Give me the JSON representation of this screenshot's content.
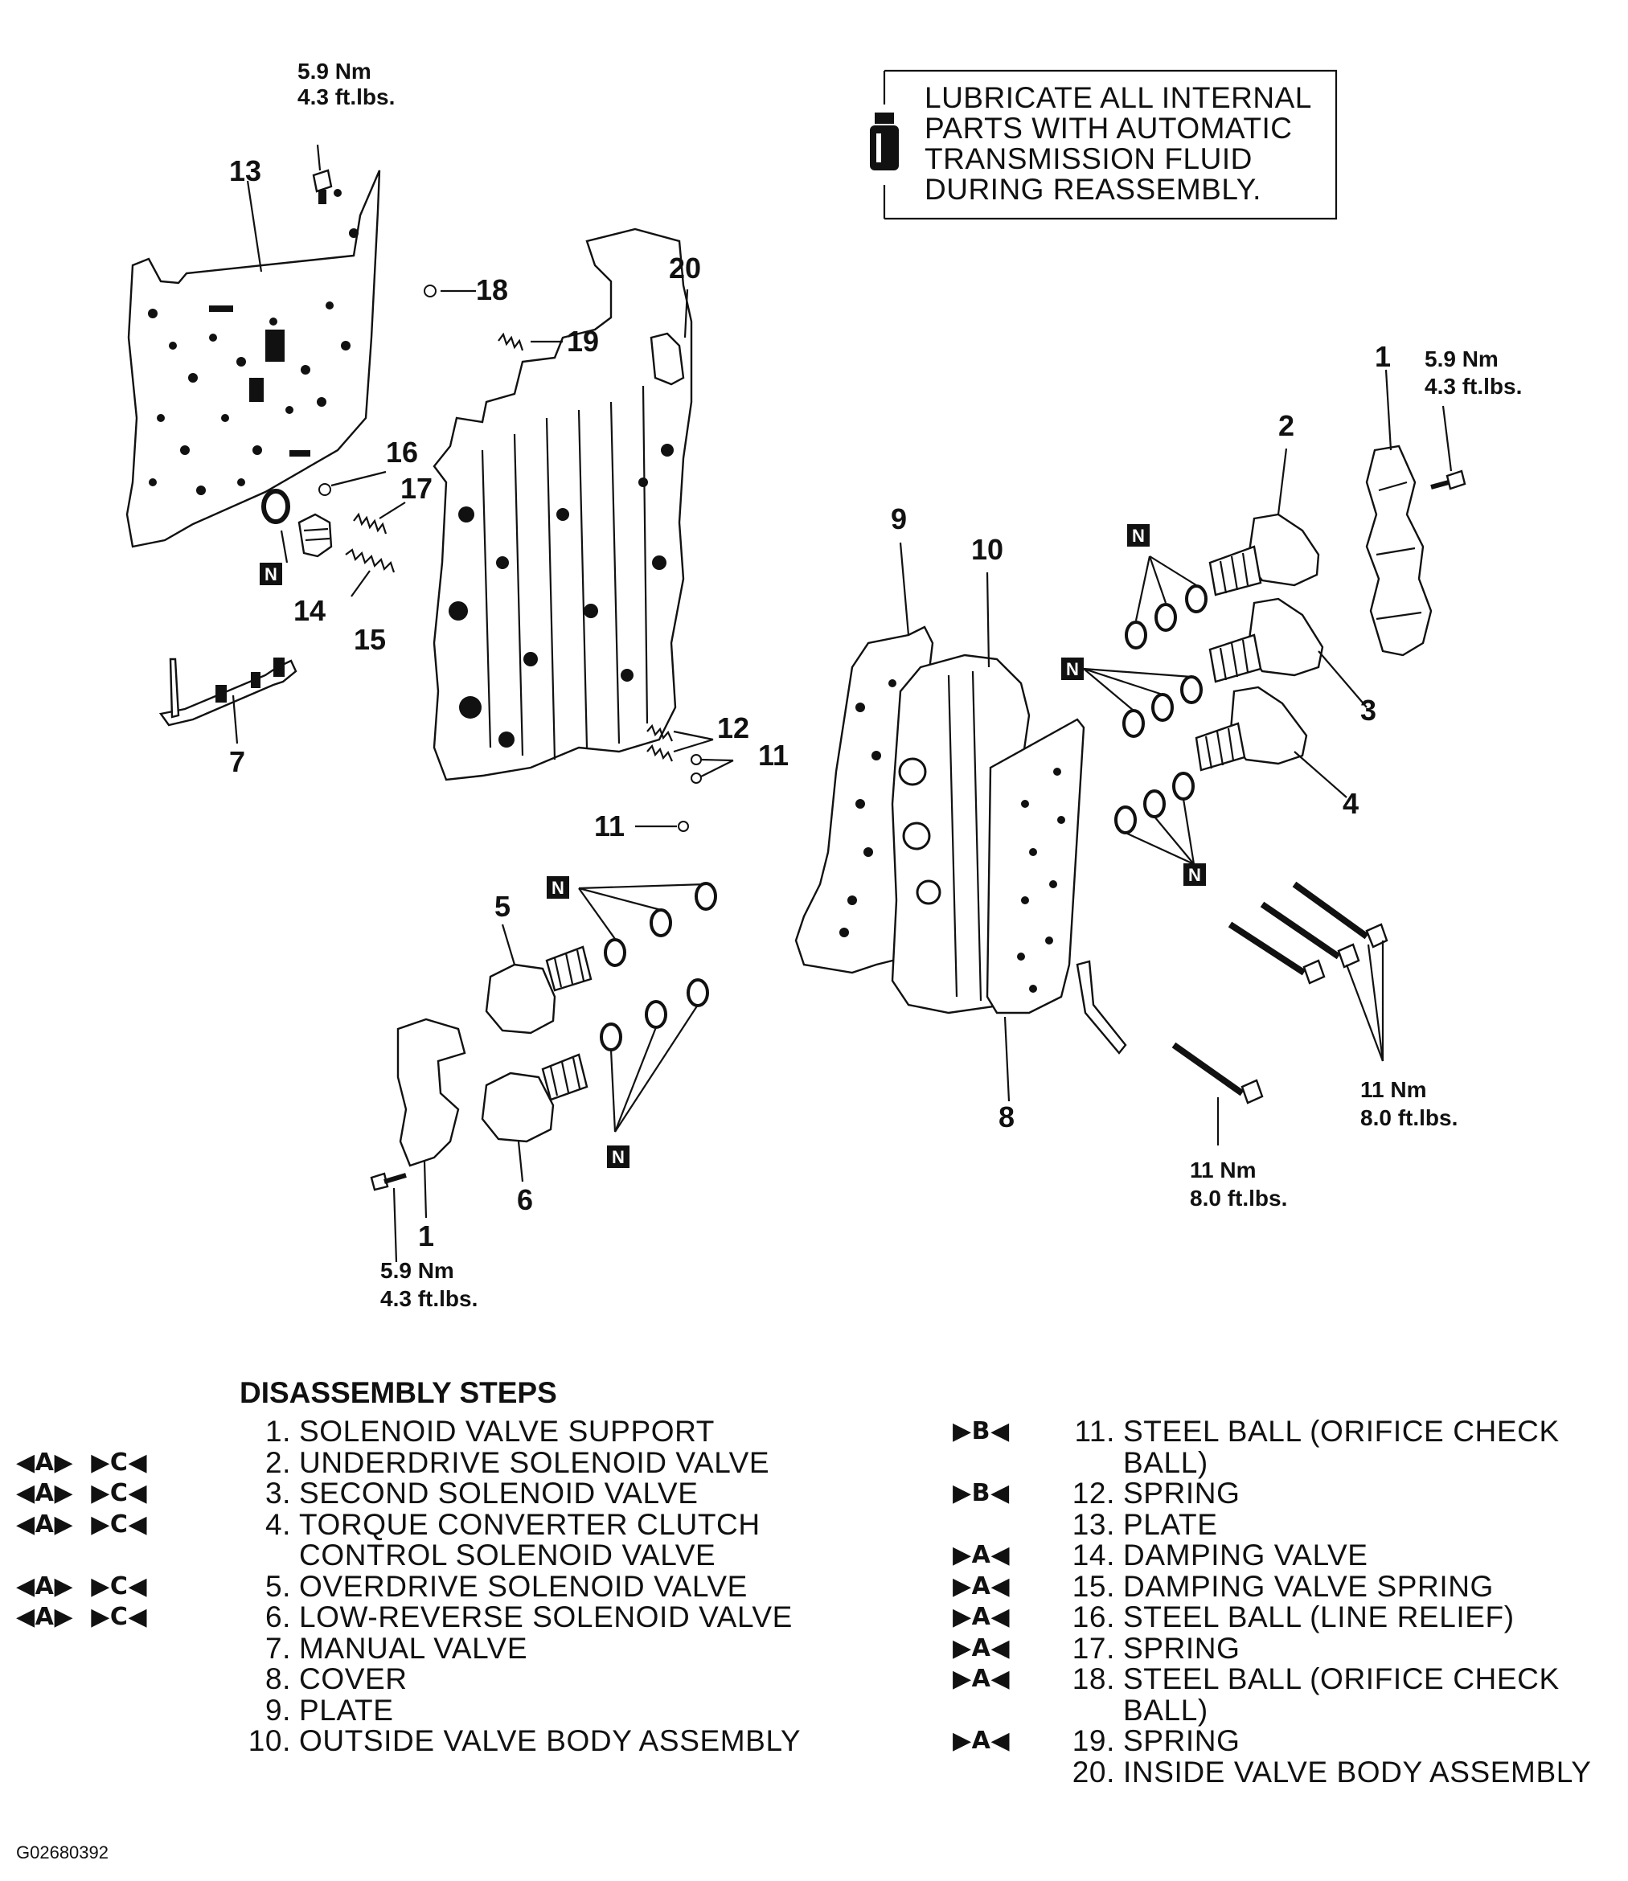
{
  "note": {
    "lines": [
      "LUBRICATE ALL INTERNAL",
      "PARTS WITH AUTOMATIC",
      "TRANSMISSION FLUID",
      "DURING REASSEMBLY."
    ]
  },
  "callouts": {
    "c1a": "1",
    "c1b": "1",
    "c2": "2",
    "c3": "3",
    "c4": "4",
    "c5": "5",
    "c6": "6",
    "c7": "7",
    "c8": "8",
    "c9": "9",
    "c10": "10",
    "c11a": "11",
    "c11b": "11",
    "c12": "12",
    "c13": "13",
    "c14": "14",
    "c15": "15",
    "c16": "16",
    "c17": "17",
    "c18": "18",
    "c19": "19",
    "c20": "20"
  },
  "torque": {
    "plate_bolt": [
      "5.9 Nm",
      "4.3 ft.lbs."
    ],
    "support_bolt_right": [
      "5.9 Nm",
      "4.3 ft.lbs."
    ],
    "support_bolt_left": [
      "5.9 Nm",
      "4.3 ft.lbs."
    ],
    "long_bolts": [
      "11 Nm",
      "8.0 ft.lbs."
    ],
    "single_bolt": [
      "11 Nm",
      "8.0 ft.lbs."
    ]
  },
  "n_mark": "N",
  "steps_title": "DISASSEMBLY STEPS",
  "steps_left": [
    {
      "marks": "",
      "num": "1.",
      "text": "SOLENOID VALVE SUPPORT"
    },
    {
      "marks": "◀A▶  ▶C◀",
      "num": "2.",
      "text": "UNDERDRIVE SOLENOID VALVE"
    },
    {
      "marks": "◀A▶  ▶C◀",
      "num": "3.",
      "text": "SECOND SOLENOID VALVE"
    },
    {
      "marks": "◀A▶  ▶C◀",
      "num": "4.",
      "text": "TORQUE CONVERTER CLUTCH CONTROL SOLENOID VALVE"
    },
    {
      "marks": "◀A▶  ▶C◀",
      "num": "5.",
      "text": "OVERDRIVE SOLENOID VALVE"
    },
    {
      "marks": "◀A▶  ▶C◀",
      "num": "6.",
      "text": "LOW-REVERSE SOLENOID VALVE"
    },
    {
      "marks": "",
      "num": "7.",
      "text": "MANUAL VALVE"
    },
    {
      "marks": "",
      "num": "8.",
      "text": "COVER"
    },
    {
      "marks": "",
      "num": "9.",
      "text": "PLATE"
    },
    {
      "marks": "",
      "num": "10.",
      "text": "OUTSIDE VALVE BODY ASSEMBLY"
    }
  ],
  "steps_right": [
    {
      "marks": "▶B◀",
      "num": "11.",
      "text": "STEEL BALL (ORIFICE CHECK BALL)"
    },
    {
      "marks": "▶B◀",
      "num": "12.",
      "text": "SPRING"
    },
    {
      "marks": "",
      "num": "13.",
      "text": "PLATE"
    },
    {
      "marks": "▶A◀",
      "num": "14.",
      "text": "DAMPING VALVE"
    },
    {
      "marks": "▶A◀",
      "num": "15.",
      "text": "DAMPING VALVE SPRING"
    },
    {
      "marks": "▶A◀",
      "num": "16.",
      "text": "STEEL BALL (LINE RELIEF)"
    },
    {
      "marks": "▶A◀",
      "num": "17.",
      "text": "SPRING"
    },
    {
      "marks": "▶A◀",
      "num": "18.",
      "text": "STEEL BALL (ORIFICE CHECK BALL)"
    },
    {
      "marks": "▶A◀",
      "num": "19.",
      "text": "SPRING"
    },
    {
      "marks": "",
      "num": "20.",
      "text": "INSIDE VALVE BODY ASSEMBLY"
    }
  ],
  "figure_code": "G02680392"
}
